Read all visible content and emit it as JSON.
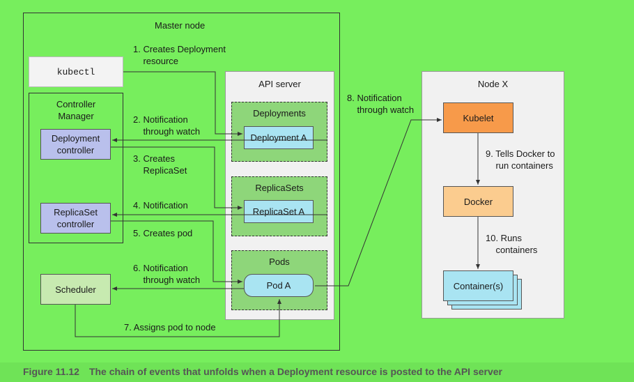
{
  "master": {
    "title": "Master node"
  },
  "kubectl": "kubectl",
  "controller_manager": {
    "title": "Controller\nManager"
  },
  "deployment_controller": "Deployment\ncontroller",
  "replicaset_controller": "ReplicaSet\ncontroller",
  "scheduler": "Scheduler",
  "api": {
    "title": "API server",
    "deployments": {
      "title": "Deployments",
      "item": "Deployment A"
    },
    "replicasets": {
      "title": "ReplicaSets",
      "item": "ReplicaSet A"
    },
    "pods": {
      "title": "Pods",
      "item": "Pod A"
    }
  },
  "node": {
    "title": "Node X",
    "kubelet": "Kubelet",
    "docker": "Docker",
    "containers": "Container(s)"
  },
  "steps": {
    "s1": "1. Creates Deployment\n    resource",
    "s2": "2. Notification\n    through watch",
    "s3": "3. Creates\n    ReplicaSet",
    "s4": "4. Notification",
    "s5": "5. Creates pod",
    "s6": "6. Notification\n    through watch",
    "s7": "7. Assigns pod to node",
    "s8": "8. Notification\n    through watch",
    "s9": "9. Tells Docker to\n    run containers",
    "s10": "10. Runs\n    containers"
  },
  "caption": {
    "number": "Figure 11.12",
    "text": "The chain of events that unfolds when a Deployment resource is posted to the API server"
  },
  "colors": {
    "background": "#77ee5d",
    "kubelet": "#f79a4a",
    "docker": "#fbcc8f",
    "pod": "#a9e4f2",
    "controller": "#b9c0ec",
    "scheduler": "#c7eab0"
  }
}
